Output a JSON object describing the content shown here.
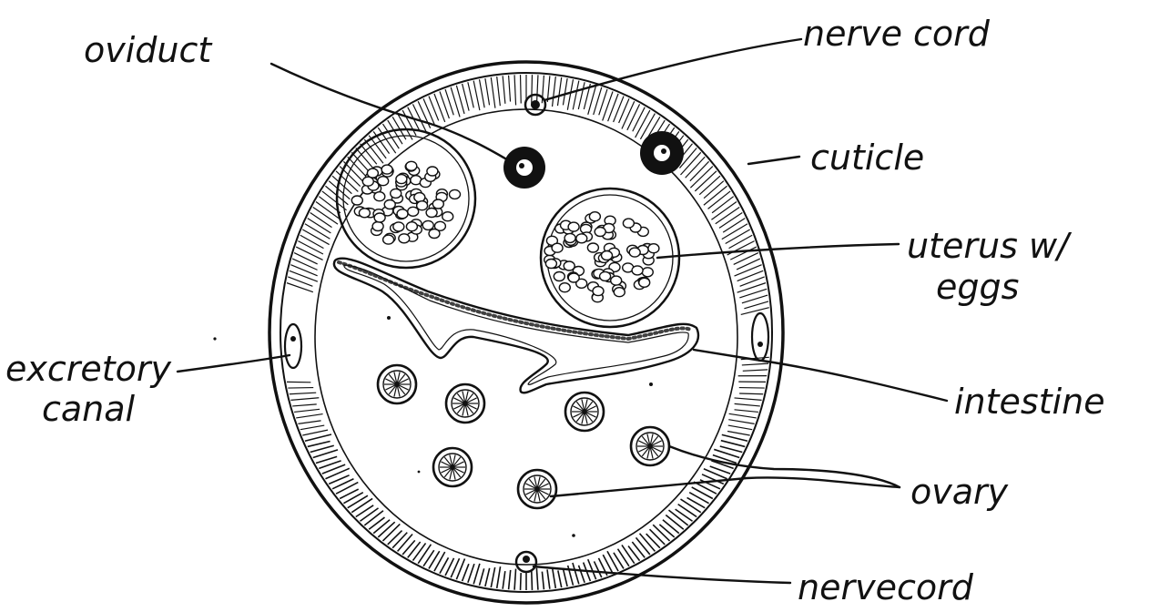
{
  "labels": {
    "oviduct": "oviduct",
    "nerve_cord_top": "nerve cord",
    "cuticle": "cuticle",
    "uterus_line1": "uterus w/",
    "uterus_line2": "eggs",
    "excretory_line1": "excretory",
    "excretory_line2": "canal",
    "intestine": "intestine",
    "ovary": "ovary",
    "nerve_cord_bottom": "nervecord"
  }
}
